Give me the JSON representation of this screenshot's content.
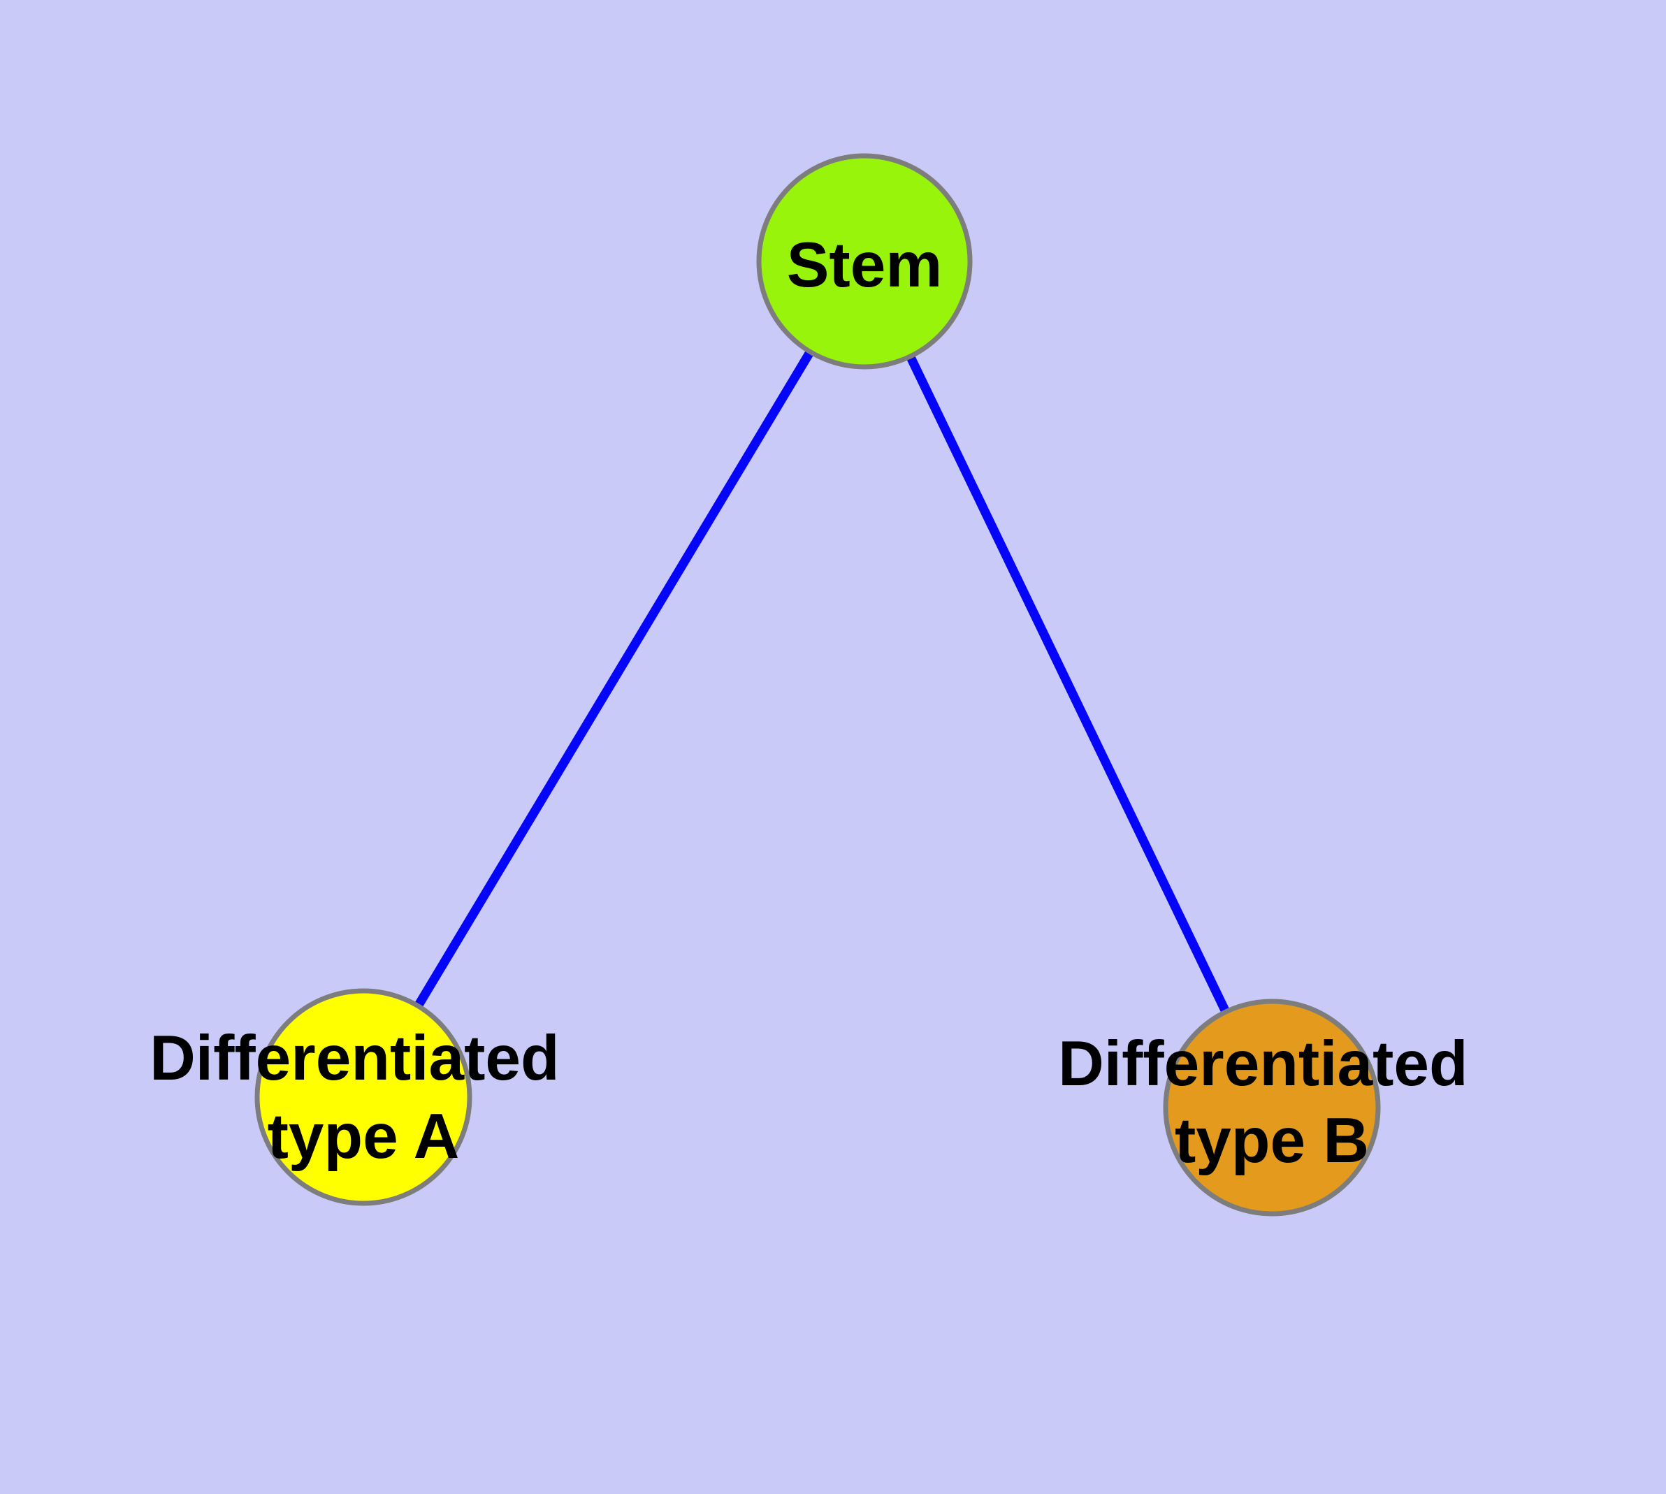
{
  "canvas": {
    "background_color": "#cacaf8",
    "text_color": "#000000"
  },
  "nodes": [
    {
      "id": "stem",
      "label_lines": [
        "Stem"
      ],
      "fill": "#97f40a",
      "border": "#7d7d7d"
    },
    {
      "id": "differentiated-type-a",
      "label_lines": [
        "Differentiated",
        "type A"
      ],
      "fill": "#ffff00",
      "border": "#7d7d7d"
    },
    {
      "id": "differentiated-type-b",
      "label_lines": [
        "Differentiated",
        "type B"
      ],
      "fill": "#e49a1c",
      "border": "#7d7d7d"
    }
  ],
  "edges": [
    {
      "from": "stem",
      "to": "differentiated-type-a",
      "color": "#0505fa"
    },
    {
      "from": "stem",
      "to": "differentiated-type-b",
      "color": "#0505fa"
    }
  ]
}
